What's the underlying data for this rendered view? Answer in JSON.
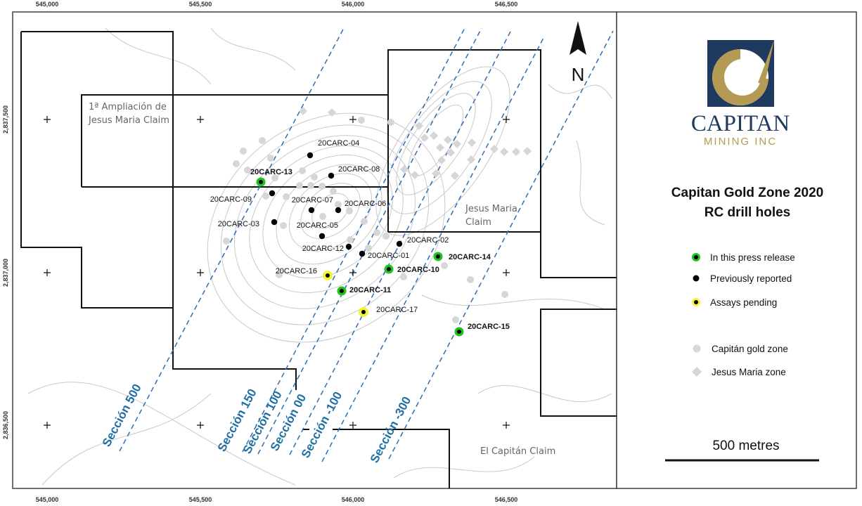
{
  "axes": {
    "x_ticks": [
      "545,000",
      "545,500",
      "546,000",
      "546,500"
    ],
    "y_ticks": [
      "2,837,500",
      "2,837,000",
      "2,836,500"
    ]
  },
  "claims": {
    "ampliacion_line1": "1ª Ampliación de",
    "ampliacion_line2": "Jesus Maria Claim",
    "jesus_maria_line1": "Jesus Maria",
    "jesus_maria_line2": "Claim",
    "el_capitan": "El Capitán Claim"
  },
  "sections": [
    "Sección 500",
    "Sección 150",
    "Sección 100",
    "Sección 00",
    "Sección -100",
    "Sección -300"
  ],
  "north_label": "N",
  "drill_holes": [
    {
      "id": "20CARC-13",
      "status": "press_release"
    },
    {
      "id": "20CARC-10",
      "status": "press_release"
    },
    {
      "id": "20CARC-11",
      "status": "press_release"
    },
    {
      "id": "20CARC-14",
      "status": "press_release"
    },
    {
      "id": "20CARC-15",
      "status": "press_release"
    },
    {
      "id": "20CARC-04",
      "status": "previously_reported"
    },
    {
      "id": "20CARC-08",
      "status": "previously_reported"
    },
    {
      "id": "20CARC-09",
      "status": "previously_reported"
    },
    {
      "id": "20CARC-07",
      "status": "previously_reported"
    },
    {
      "id": "20CARC-06",
      "status": "previously_reported"
    },
    {
      "id": "20CARC-03",
      "status": "previously_reported"
    },
    {
      "id": "20CARC-05",
      "status": "previously_reported"
    },
    {
      "id": "20CARC-12",
      "status": "previously_reported"
    },
    {
      "id": "20CARC-01",
      "status": "previously_reported"
    },
    {
      "id": "20CARC-02",
      "status": "previously_reported"
    },
    {
      "id": "20CARC-16",
      "status": "assays_pending"
    },
    {
      "id": "20CARC-17",
      "status": "assays_pending"
    }
  ],
  "logo": {
    "name": "CAPITAN",
    "subtitle": "MINING INC",
    "navy": "#1e3a5f",
    "gold": "#b49a52"
  },
  "legend": {
    "title_line1": "Capitan Gold Zone 2020",
    "title_line2": "RC drill holes",
    "items": [
      {
        "label": "In this press release",
        "symbol": "green-ring-dot"
      },
      {
        "label": "Previously reported",
        "symbol": "black-dot"
      },
      {
        "label": "Assays pending",
        "symbol": "yellow-ring-dot"
      },
      {
        "label": "Capitán gold zone",
        "symbol": "grey-circle"
      },
      {
        "label": "Jesus Maria zone",
        "symbol": "grey-diamond"
      }
    ],
    "scale_label": "500 metres"
  },
  "colors": {
    "press_release": "#22c21e",
    "assays_pending": "#f5f23a",
    "section_line": "#2e6db4",
    "historic": "#d6d6d6"
  }
}
